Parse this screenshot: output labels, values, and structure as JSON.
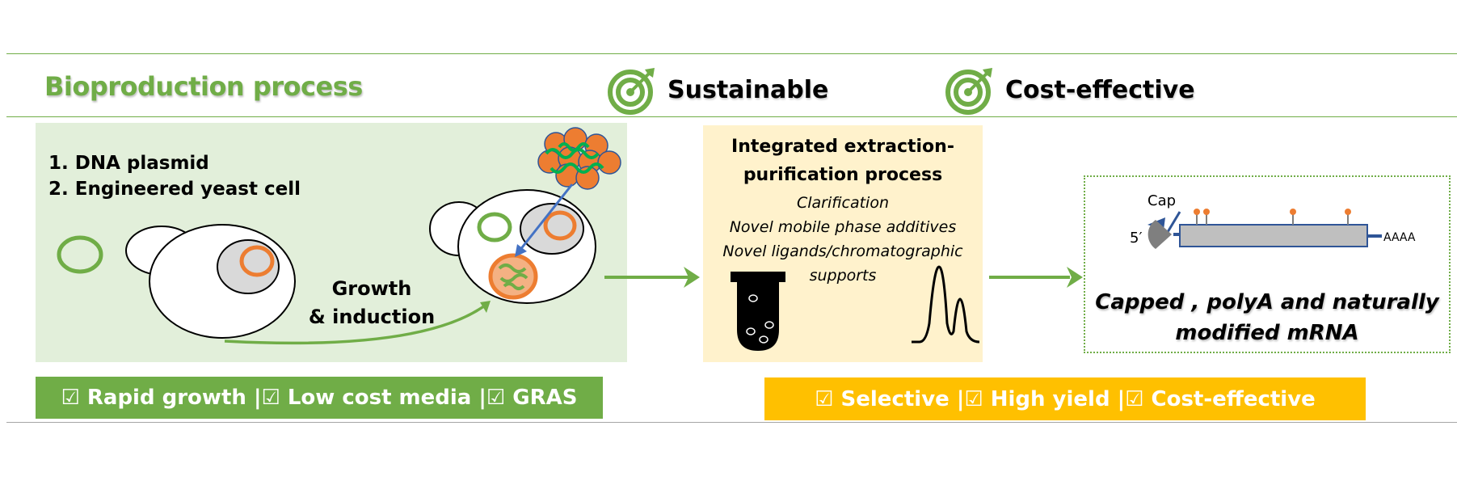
{
  "header": {
    "title": "Bioproduction process",
    "goals": [
      {
        "label": "Sustainable",
        "icon": "target-icon"
      },
      {
        "label": "Cost-effective",
        "icon": "target-icon"
      }
    ]
  },
  "bioproduction": {
    "steps": [
      "1. DNA plasmid",
      "2. Engineered yeast cell"
    ],
    "growth_line1": "Growth",
    "growth_line2": "& induction"
  },
  "purification": {
    "title_line1": "Integrated extraction-",
    "title_line2": "purification process",
    "items": [
      "Clarification",
      "Novel mobile phase additives",
      "Novel ligands/chromatographic",
      "supports"
    ]
  },
  "mrna": {
    "cap_label": "Cap",
    "five_prime": "5′",
    "polya": "AAAA",
    "caption_line1": "Capped , polyA and  naturally",
    "caption_line2": "modified mRNA"
  },
  "bars": {
    "green": {
      "items": [
        "☑ Rapid growth",
        "☑ Low cost media",
        "☑ GRAS"
      ],
      "separator": " |"
    },
    "yellow": {
      "items": [
        "☑ Selective",
        "☑ High yield",
        "☑ Cost-effective"
      ],
      "separator": " |"
    }
  },
  "colors": {
    "green": "#70ad47",
    "light_green": "#e2efda",
    "light_yellow": "#fff2cc",
    "yellow": "#ffc000",
    "orange": "#ed7d31",
    "blue": "#4472c4",
    "gray": "#a6a6a6"
  }
}
